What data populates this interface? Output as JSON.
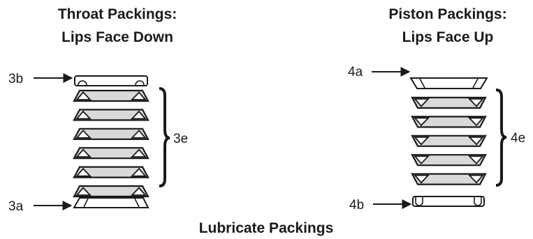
{
  "throat": {
    "title_line1": "Throat Packings:",
    "title_line2": "Lips Face Down",
    "top_callout": "3b",
    "bottom_callout": "3a",
    "group_callout": "3e",
    "stack_count": 6
  },
  "piston": {
    "title_line1": "Piston Packings:",
    "title_line2": "Lips Face Up",
    "top_callout": "4a",
    "bottom_callout": "4b",
    "group_callout": "4e",
    "stack_count": 5
  },
  "footer": "Lubricate Packings",
  "colors": {
    "ink": "#1a1a1a",
    "fill": "#d9d9d9"
  }
}
